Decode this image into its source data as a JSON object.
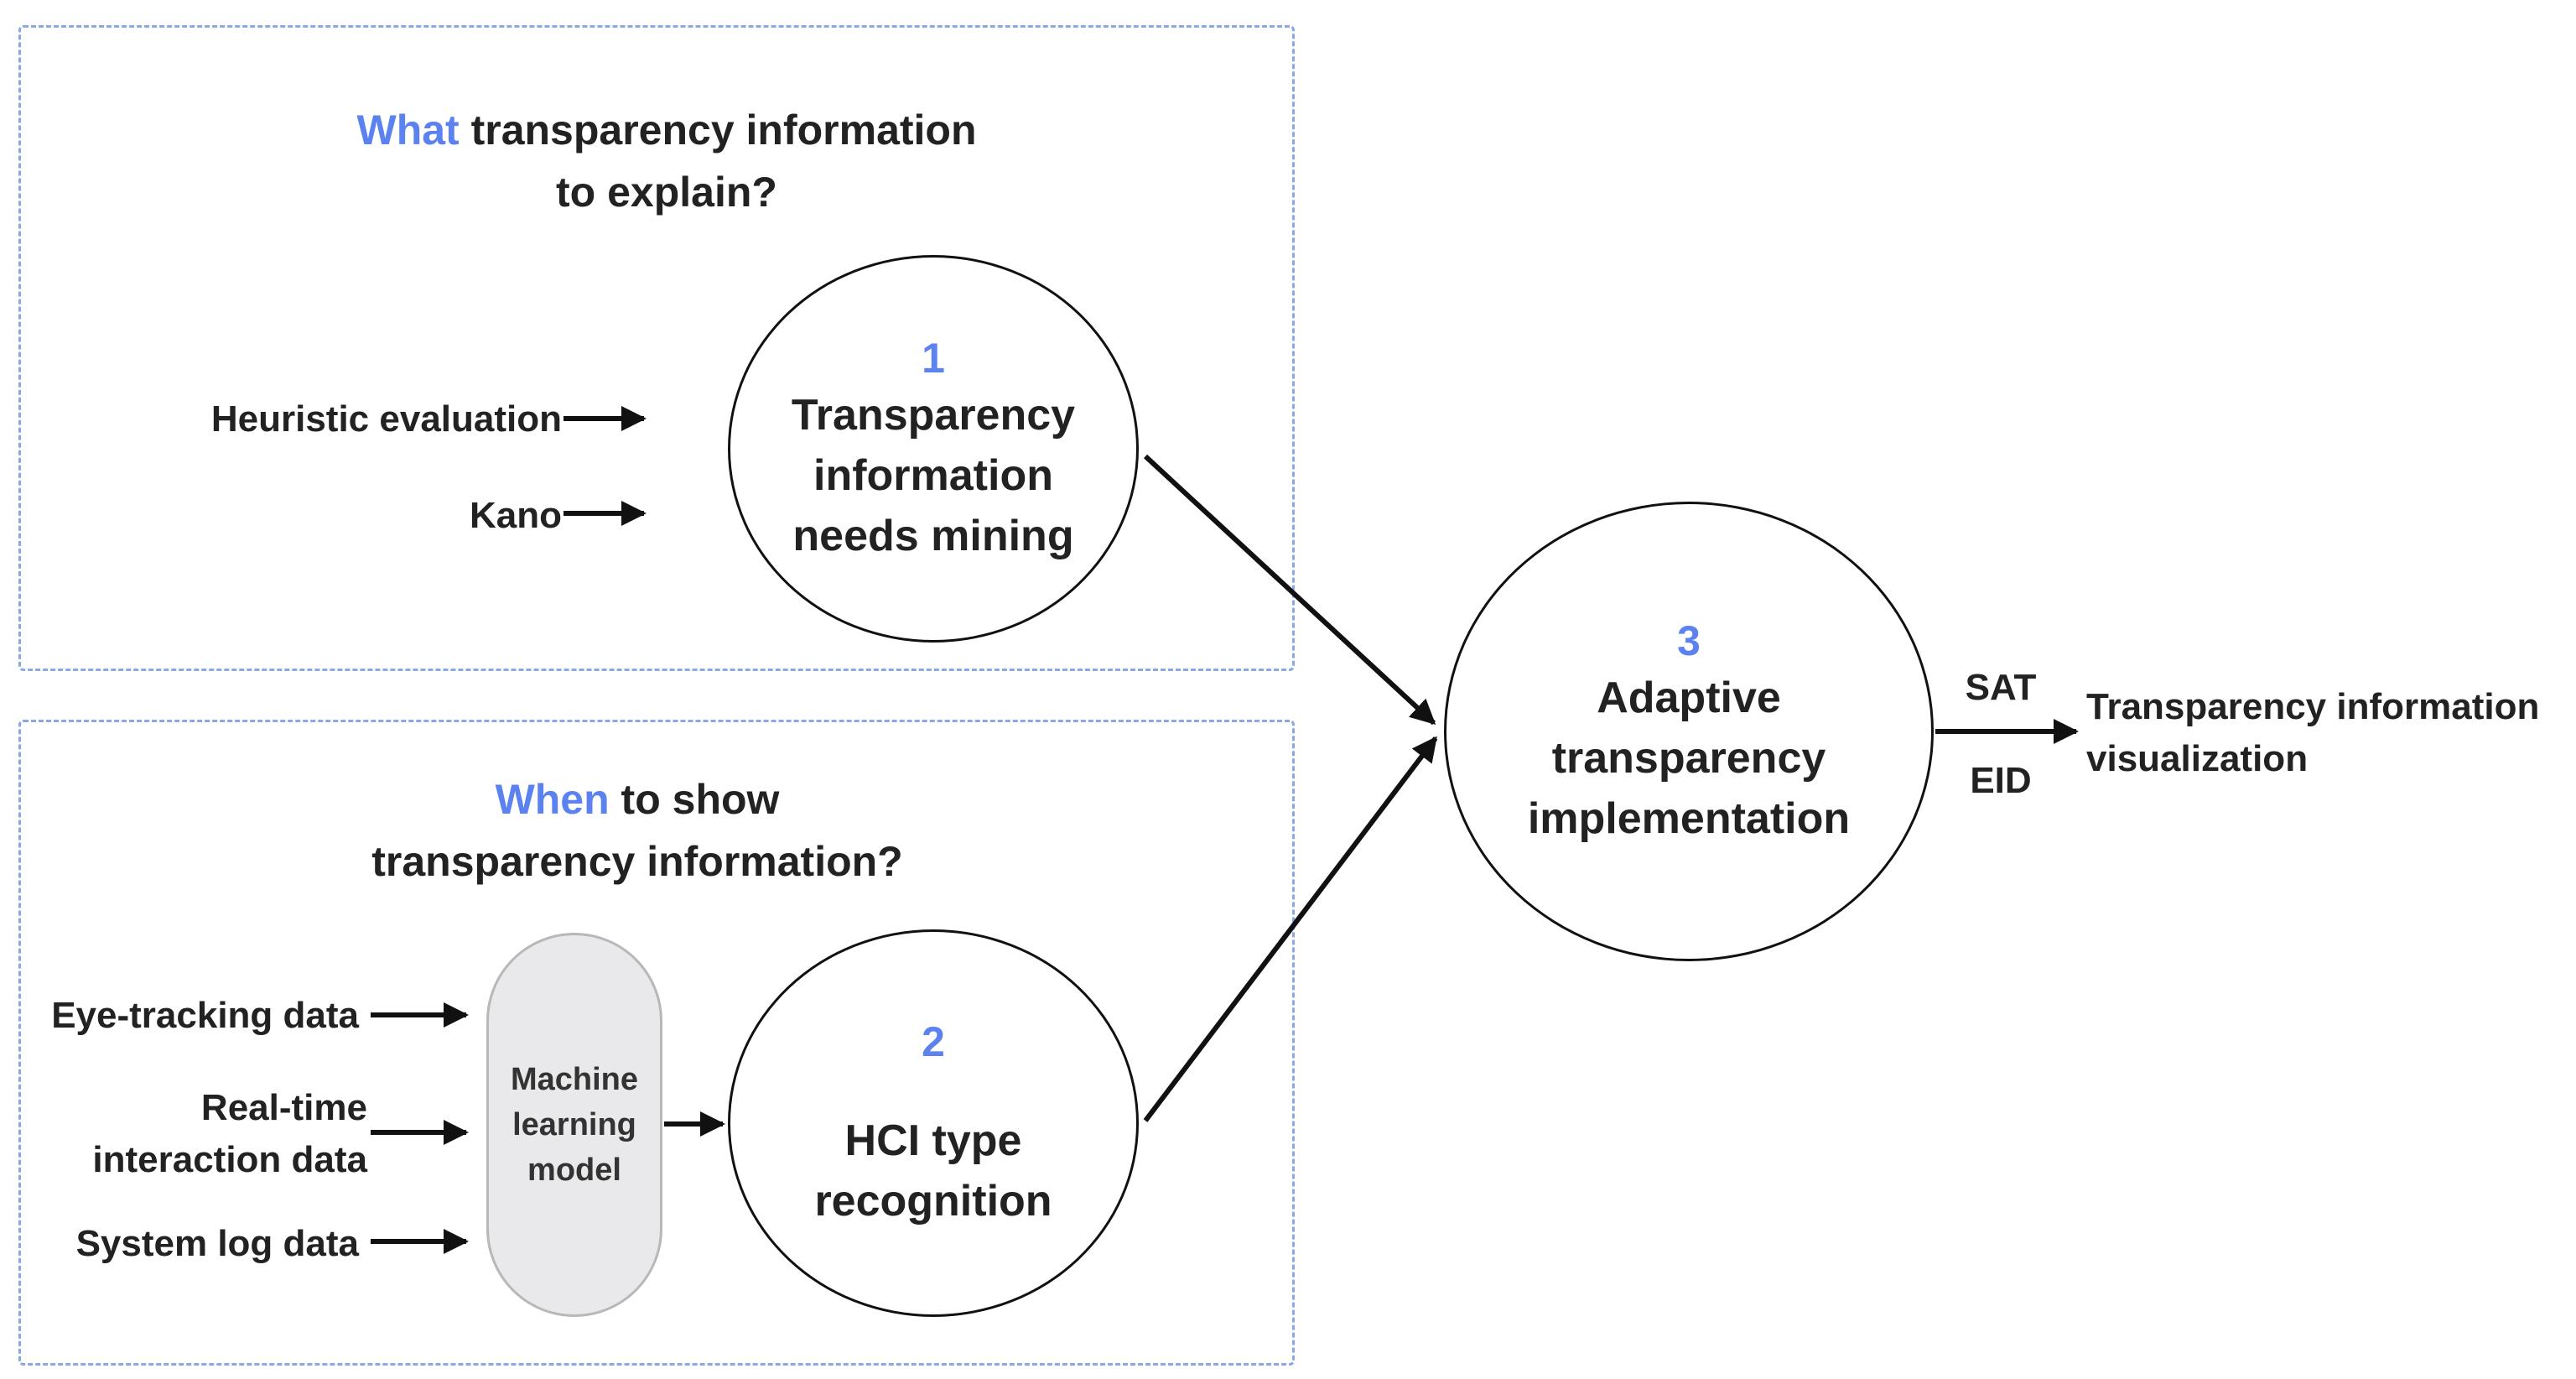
{
  "what_section": {
    "title_highlight": "What",
    "title_rest": " transparency information",
    "title_line2": "to explain?",
    "inputs": [
      "Heuristic evaluation",
      "Kano"
    ]
  },
  "when_section": {
    "title_highlight": "When",
    "title_rest": " to show",
    "title_line2": "transparency information?",
    "inputs": [
      "Eye-tracking data",
      "Real-time\ninteraction data",
      "System log data"
    ],
    "model_label": "Machine\nlearning\nmodel"
  },
  "nodes": [
    {
      "number": "1",
      "label": "Transparency\ninformation\nneeds mining"
    },
    {
      "number": "2",
      "label": "HCI type\nrecognition"
    },
    {
      "number": "3",
      "label": "Adaptive\ntransparency\nimplementation"
    }
  ],
  "output": {
    "method_top": "SAT",
    "method_bottom": "EID",
    "label": "Transparency information\nvisualization"
  },
  "colors": {
    "accent": "#5b82ef",
    "dashed_border": "#8aa7e6",
    "model_fill": "#e9e9eb"
  }
}
